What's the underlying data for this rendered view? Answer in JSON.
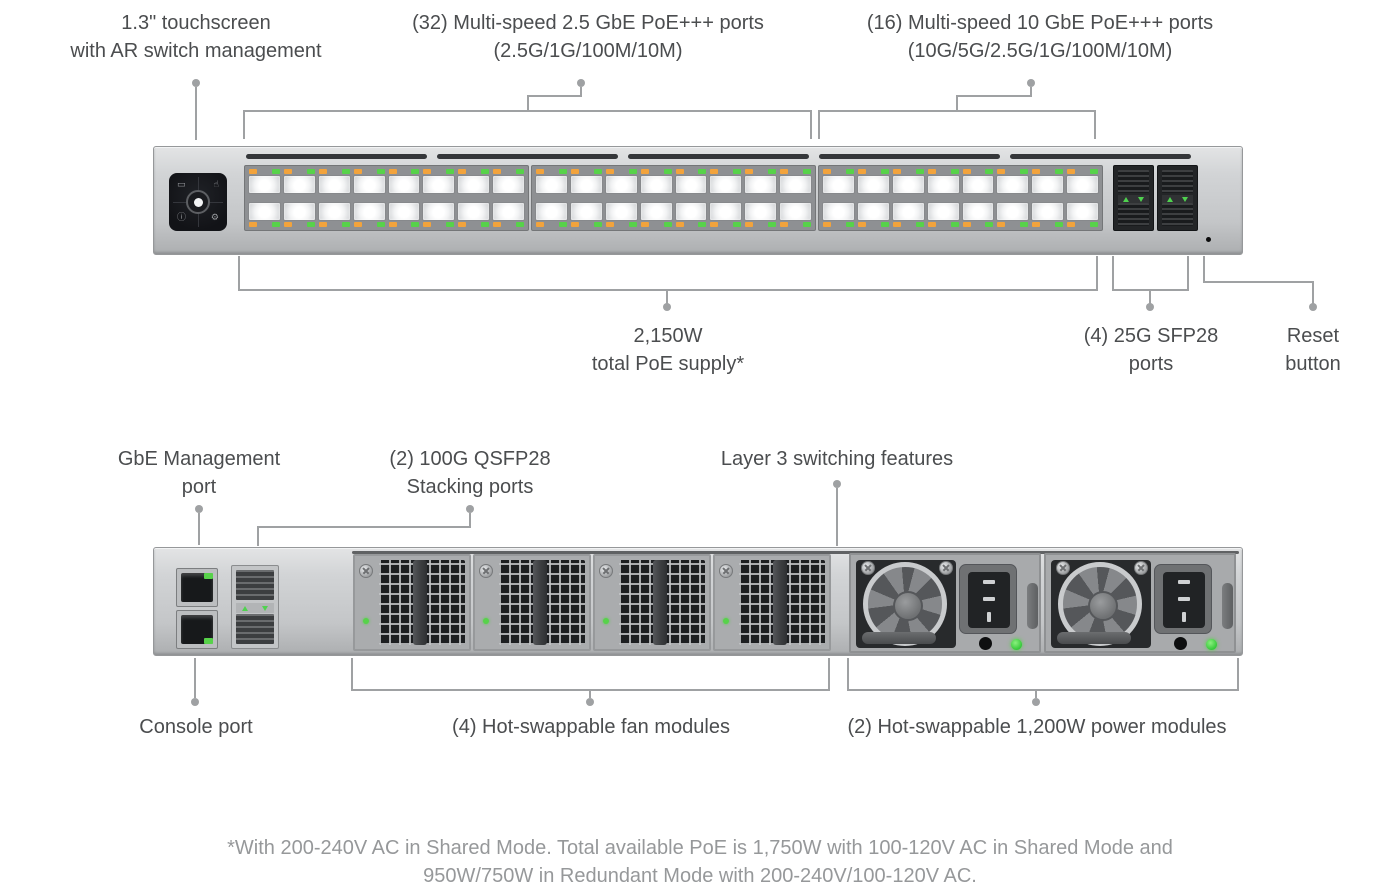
{
  "annotations": {
    "touchscreen": {
      "line1": "1.3\" touchscreen",
      "line2": "with AR switch management"
    },
    "ports_25g": {
      "line1": "(32) Multi-speed 2.5 GbE PoE+++ ports",
      "line2": "(2.5G/1G/100M/10M)"
    },
    "ports_10g": {
      "line1": "(16) Multi-speed 10 GbE PoE+++ ports",
      "line2": "(10G/5G/2.5G/1G/100M/10M)"
    },
    "poe_supply": {
      "line1": "2,150W",
      "line2": "total PoE supply*"
    },
    "sfp28": {
      "line1": "(4) 25G SFP28",
      "line2": "ports"
    },
    "reset": {
      "line1": "Reset",
      "line2": "button"
    },
    "mgmt": {
      "line1": "GbE Management",
      "line2": "port"
    },
    "qsfp": {
      "line1": "(2) 100G QSFP28",
      "line2": "Stacking ports"
    },
    "layer3": {
      "line1": "Layer 3 switching features"
    },
    "console": {
      "line1": "Console port"
    },
    "fans": {
      "line1": "(4) Hot-swappable fan modules"
    },
    "psu": {
      "line1": "(2) Hot-swappable 1,200W power modules"
    }
  },
  "footnote": {
    "line1": "*With 200-240V AC in Shared Mode. Total available PoE is 1,750W with 100-120V AC in Shared Mode and",
    "line2": "950W/750W in Redundant Mode with 200-240V/100-120V AC."
  },
  "hardware": {
    "front": {
      "rj45_groups": 3,
      "cols_per_group": 8,
      "rows": 2,
      "sfp_blocks": 2,
      "sfp_ports_total": 4,
      "vents": 5
    },
    "rear": {
      "fan_modules": 4,
      "psu_modules": 2,
      "mgmt_rj45_ports": 2,
      "qsfp_cages": 2
    },
    "colors": {
      "led_orange": "#F2A33C",
      "led_green": "#57D24A",
      "label_text": "#4B4D4F",
      "footnote_text": "#96989A",
      "leader_line": "#9FA1A3",
      "chassis": "#C9CBCD",
      "screen": "#17181B"
    }
  }
}
